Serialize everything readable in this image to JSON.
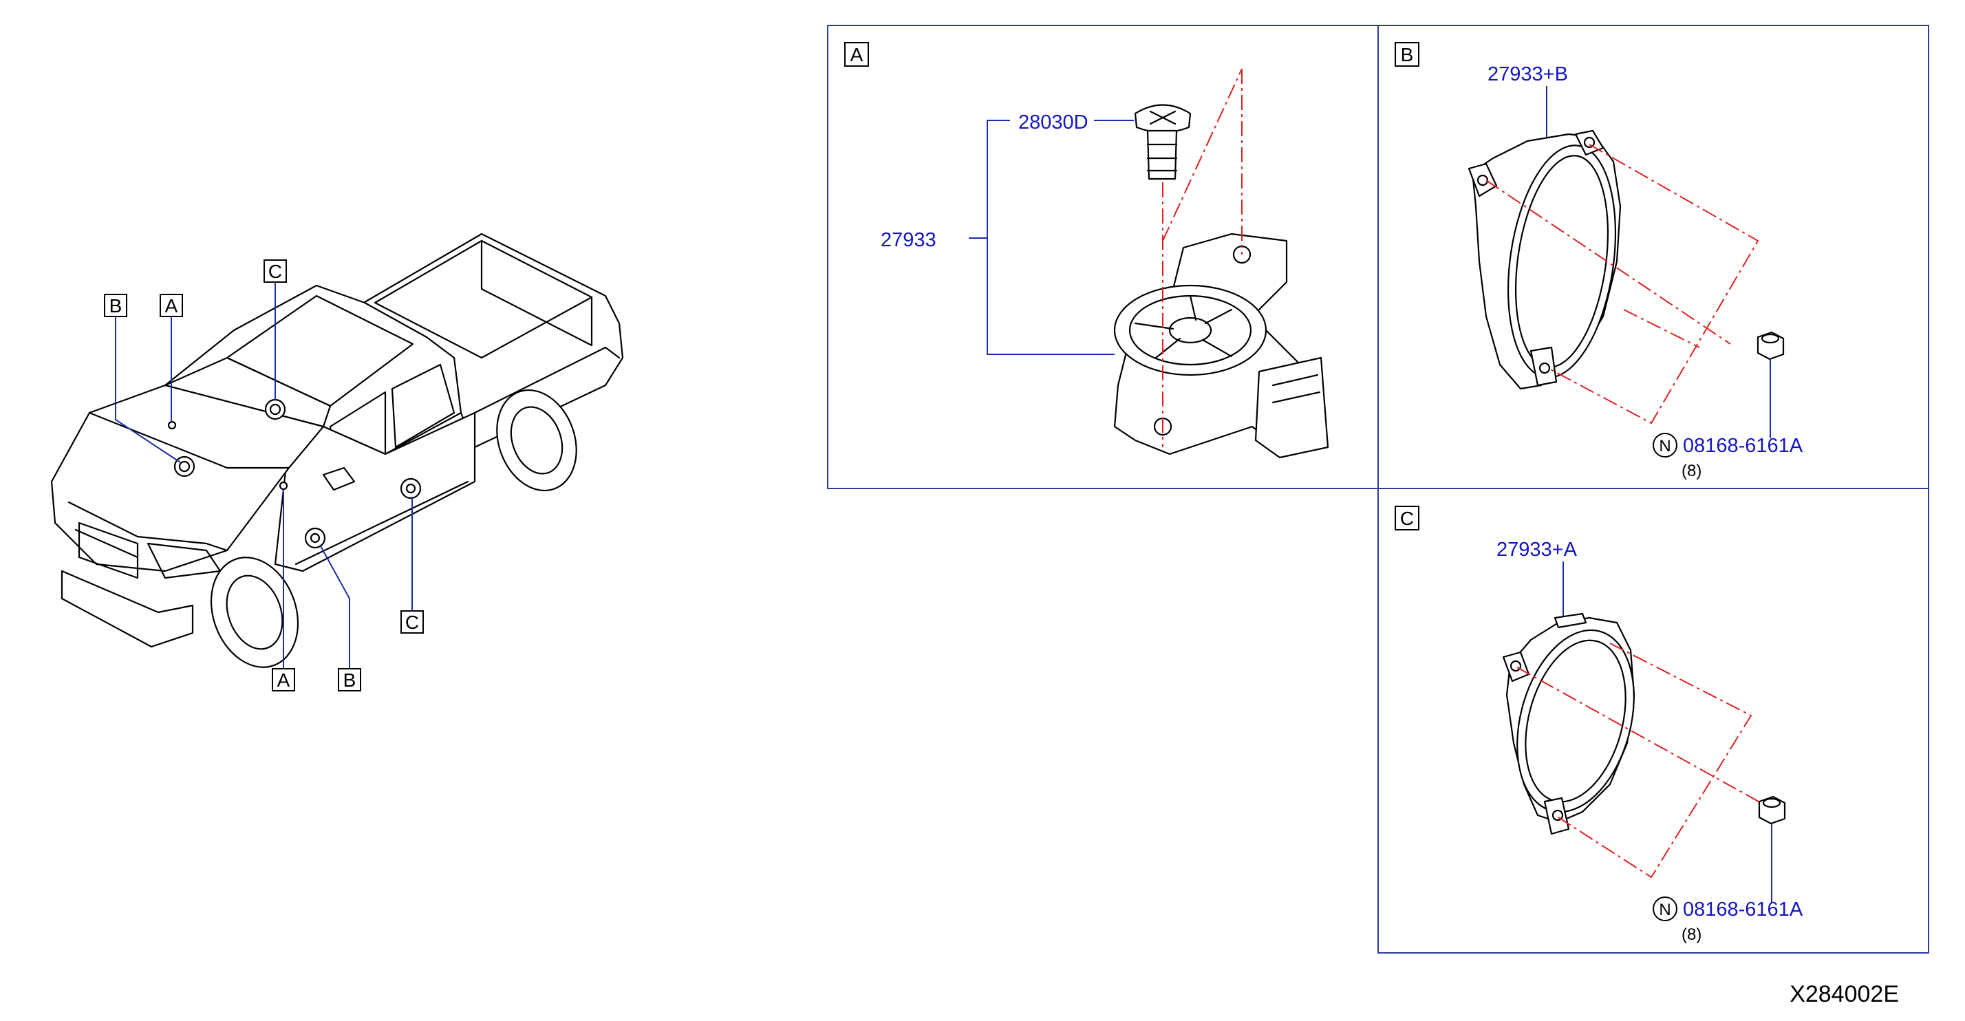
{
  "vehicle_callouts": {
    "b_upper": "B",
    "a_upper": "A",
    "c_upper": "C",
    "a_lower": "A",
    "b_lower": "B",
    "c_lower": "C"
  },
  "panel_a": {
    "tag": "A",
    "part_screw": "28030D",
    "part_tweeter": "27933"
  },
  "panel_b": {
    "tag": "B",
    "part_speaker": "27933+B",
    "nut_symbol": "N",
    "part_nut": "08168-6161A",
    "nut_qty": "(8)"
  },
  "panel_c": {
    "tag": "C",
    "part_speaker": "27933+A",
    "nut_symbol": "N",
    "part_nut": "08168-6161A",
    "nut_qty": "(8)"
  },
  "diagram_code": "X284002E",
  "colors": {
    "part_number": "#1414c8",
    "frame": "#2c3d9c",
    "centerline": "#e02020"
  }
}
